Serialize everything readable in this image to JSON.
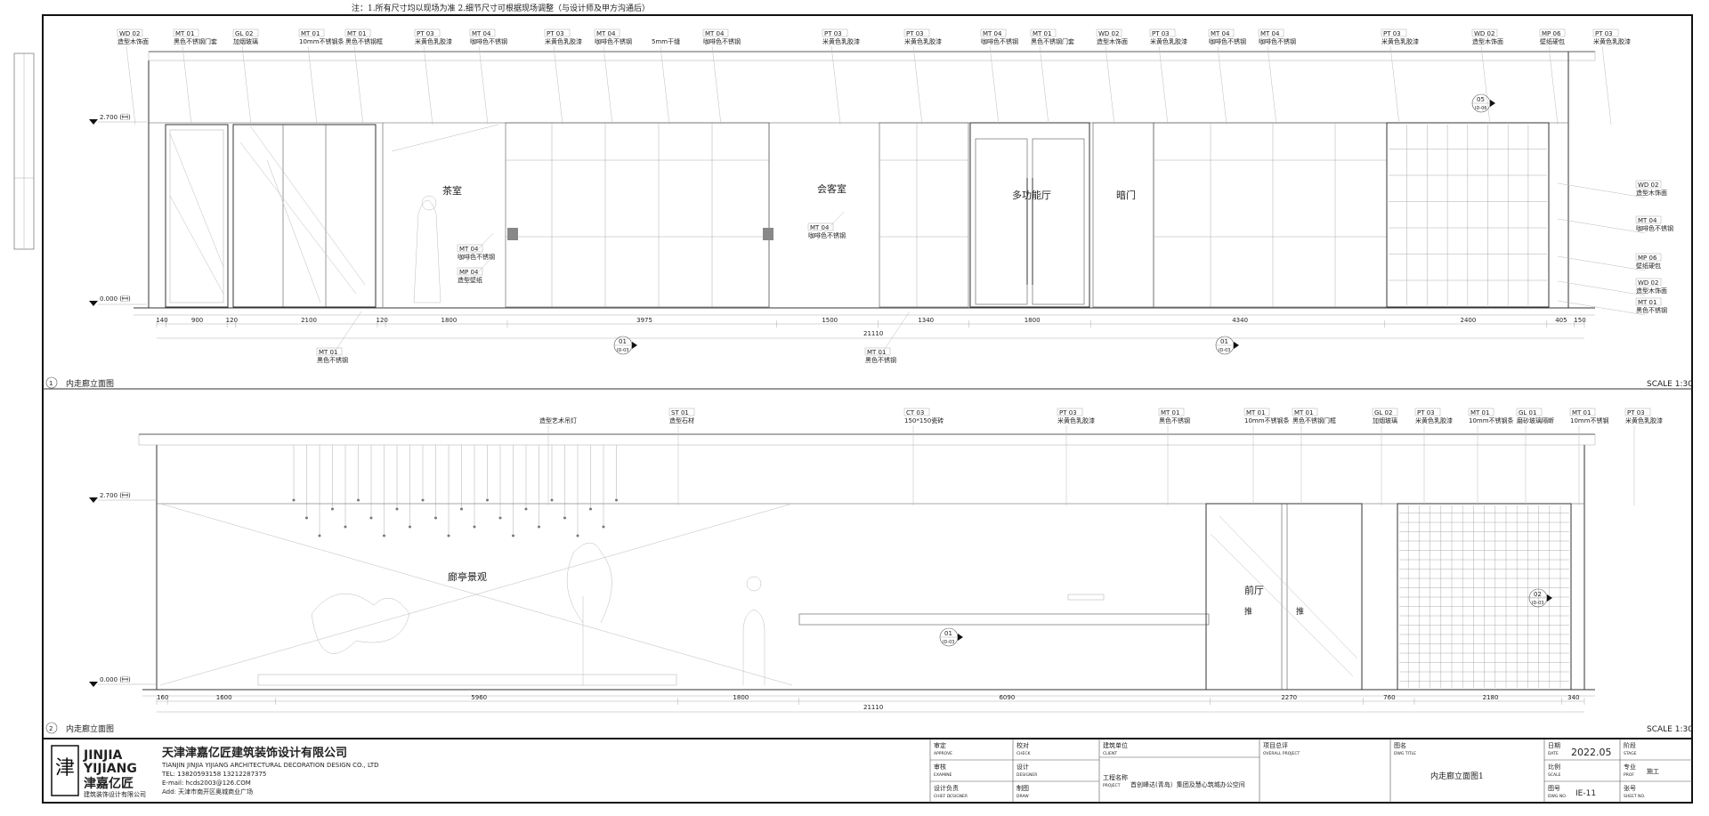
{
  "note": "注：1.所有尺寸均以现场为准 2.细节尺寸可根据现场调整（与设计师及甲方沟通后）",
  "elevation1": {
    "number": "1",
    "title": "内走廊立面图",
    "scale": "SCALE 1:30",
    "level_top": "2.700 (\u0005)",
    "level_bottom": "0.000 (\u0005)",
    "rooms": [
      "茶室",
      "会客室",
      "多功能厅",
      "暗门"
    ],
    "callouts": [
      {
        "code": "WD 02",
        "text": "造型木饰面"
      },
      {
        "code": "MT 01",
        "text": "黑色不锈钢门套"
      },
      {
        "code": "GL 02",
        "text": "加烟玻璃"
      },
      {
        "code": "MT 01",
        "text": "10mm不锈钢条"
      },
      {
        "code": "MT 01",
        "text": "黑色不锈钢框"
      },
      {
        "code": "PT 03",
        "text": "米黄色乳胶漆"
      },
      {
        "code": "MT 04",
        "text": "咖啡色不锈钢"
      },
      {
        "code": "PT 03",
        "text": "米黄色乳胶漆"
      },
      {
        "code": "MT 04",
        "text": "咖啡色不锈钢"
      },
      {
        "code": "",
        "text": "5mm干缝"
      },
      {
        "code": "MT 04",
        "text": "咖啡色不锈钢"
      },
      {
        "code": "PT 03",
        "text": "米黄色乳胶漆"
      },
      {
        "code": "PT 03",
        "text": "米黄色乳胶漆"
      },
      {
        "code": "MT 04",
        "text": "咖啡色不锈钢"
      },
      {
        "code": "MT 01",
        "text": "黑色不锈钢门套"
      },
      {
        "code": "WD 02",
        "text": "造型木饰面"
      },
      {
        "code": "PT 03",
        "text": "米黄色乳胶漆"
      },
      {
        "code": "MT 04",
        "text": "咖啡色不锈钢"
      },
      {
        "code": "MT 04",
        "text": "咖啡色不锈钢"
      },
      {
        "code": "PT 03",
        "text": "米黄色乳胶漆"
      },
      {
        "code": "WD 02",
        "text": "造型木饰面"
      },
      {
        "code": "MP 06",
        "text": "壁纸硬包"
      },
      {
        "code": "PT 03",
        "text": "米黄色乳胶漆"
      }
    ],
    "side_callouts": [
      {
        "code": "WD 02",
        "text": "造型木饰面"
      },
      {
        "code": "MT 04",
        "text": "咖啡色不锈钢"
      },
      {
        "code": "MP 06",
        "text": "壁纸硬包"
      },
      {
        "code": "WD 02",
        "text": "造型木饰面"
      },
      {
        "code": "MT 01",
        "text": "黑色不锈钢"
      }
    ],
    "inner_callouts": [
      {
        "code": "MT 04",
        "text": "咖啡色不锈钢"
      },
      {
        "code": "MP 04",
        "text": "造型壁纸"
      },
      {
        "code": "MT 04",
        "text": "咖啡色不锈钢"
      }
    ],
    "bottom_callouts": [
      {
        "code": "MT 01",
        "text": "黑色不锈钢"
      },
      {
        "code": "MT 01",
        "text": "黑色不锈钢"
      }
    ],
    "dims": [
      "140",
      "900",
      "120",
      "2100",
      "120",
      "1800",
      "3975",
      "1500",
      "1340",
      "1800",
      "4340",
      "2400",
      "405",
      "150"
    ],
    "overall": "21110",
    "section_marks": [
      {
        "num": "01",
        "ref": "ID-03"
      },
      {
        "num": "01",
        "ref": "ID-03"
      },
      {
        "num": "05",
        "ref": "ID-06"
      }
    ]
  },
  "elevation2": {
    "number": "2",
    "title": "内走廊立面图",
    "scale": "SCALE 1:30",
    "rooms": [
      "廊亭景观",
      "前厅",
      "推",
      "推"
    ],
    "callouts": [
      {
        "code": "",
        "text": "造型艺术吊灯"
      },
      {
        "code": "ST 01",
        "text": "造型石材"
      },
      {
        "code": "CT 03",
        "text": "150*150瓷砖"
      },
      {
        "code": "PT 03",
        "text": "米黄色乳胶漆"
      },
      {
        "code": "MT 01",
        "text": "黑色不锈钢"
      },
      {
        "code": "MT 01",
        "text": "10mm不锈钢条"
      },
      {
        "code": "MT 01",
        "text": "黑色不锈钢门框"
      },
      {
        "code": "GL 02",
        "text": "加烟玻璃"
      },
      {
        "code": "PT 03",
        "text": "米黄色乳胶漆"
      },
      {
        "code": "MT 01",
        "text": "10mm不锈钢条"
      },
      {
        "code": "GL 01",
        "text": "磨砂玻璃隔断"
      },
      {
        "code": "MT 01",
        "text": "10mm不锈钢"
      },
      {
        "code": "PT 03",
        "text": "米黄色乳胶漆"
      }
    ],
    "dims": [
      "160",
      "1600",
      "5960",
      "1800",
      "6090",
      "2270",
      "760",
      "2180",
      "340"
    ],
    "overall": "21110",
    "section_marks": [
      {
        "num": "01",
        "ref": "ID-03"
      },
      {
        "num": "02",
        "ref": "ID-03"
      }
    ]
  },
  "titleblock": {
    "brand_en_1": "JINJIA",
    "brand_en_2": "YIJIANG",
    "brand_cn": "津嘉亿匠",
    "brand_sub": "建筑装饰设计有限公司",
    "company_cn": "天津津嘉亿匠建筑装饰设计有限公司",
    "company_en": "TIANJIN JINJIA YIJIANG ARCHITECTURAL DECORATION DESIGN CO., LTD",
    "tel": "TEL: 13820593158  13212287375",
    "email": "E-mail: hcds2003@126.COM",
    "addr": "Add: 天津市南开区奥城商业广场",
    "cells": {
      "approve": "审定",
      "approve_en": "APPROVE",
      "check": "校对",
      "check_en": "CHECK",
      "examine": "审核",
      "examine_en": "EXAMINE",
      "design": "设计",
      "design_en": "DESIGNER",
      "chief": "设计负责",
      "chief_en": "CHIEF DESIGNER",
      "draw": "制图",
      "draw_en": "DRAW",
      "client": "建筑单位",
      "client_en": "CLIENT",
      "project_label": "工程名称",
      "project_label_en": "PROJECT",
      "project": "首创峰达(青岛）集团及慧心筑城办公空间",
      "overall": "项目总评",
      "overall_en": "OVERALL PROJECT",
      "dwg_title_label": "图名",
      "dwg_title_label_en": "DWG TITLE",
      "dwg_title": "内走廊立面图1",
      "date_label": "日期",
      "date_en": "DATE",
      "date": "2022.05",
      "stage_label": "阶段",
      "stage_en": "STAGE",
      "scale_label": "比例",
      "scale_en": "SCALE",
      "prof_label": "专业",
      "prof_en": "PROF",
      "prof": "施工",
      "dwgno_label": "图号",
      "dwgno_en": "DWG NO.",
      "dwgno": "IE-11",
      "sheet_label": "张号",
      "sheet_en": "SHEET NO."
    }
  }
}
